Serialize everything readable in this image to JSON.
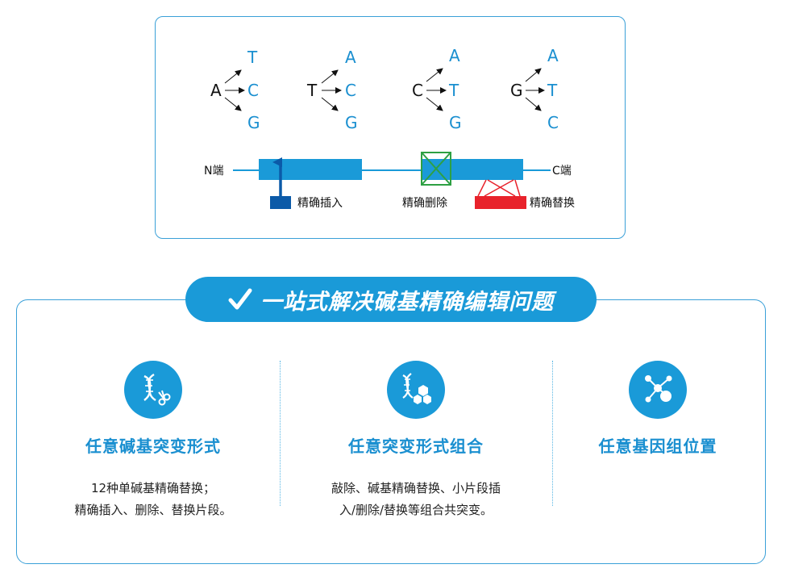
{
  "mutations": [
    {
      "source": "A",
      "targets": [
        "T",
        "C",
        "G"
      ]
    },
    {
      "source": "T",
      "targets": [
        "A",
        "C",
        "G"
      ]
    },
    {
      "source": "C",
      "targets": [
        "A",
        "T",
        "G"
      ]
    },
    {
      "source": "G",
      "targets": [
        "A",
        "T",
        "C"
      ]
    }
  ],
  "protein": {
    "n_terminus": "N端",
    "c_terminus": "C端",
    "insertion_label": "精确插入",
    "deletion_label": "精确删除",
    "replacement_label": "精确替换"
  },
  "banner": {
    "title": "一站式解决碱基精确编辑问题"
  },
  "features": [
    {
      "title": "任意碱基突变形式",
      "desc_lines": [
        "12种单碱基精确替换；",
        "精确插入、删除、替换片段。"
      ],
      "icon": "dna-scissors-icon"
    },
    {
      "title": "任意突变形式组合",
      "desc_lines": [
        "敲除、碱基精确替换、小片段插",
        "入/删除/替换等组合共突变。"
      ],
      "icon": "dna-hexagon-icon"
    },
    {
      "title": "任意基因组位置",
      "desc_lines": [],
      "icon": "molecule-network-icon"
    }
  ],
  "colors": {
    "accent": "#1a9ad8",
    "base_target": "#1a8fd0",
    "insertion": "#0b5aa8",
    "deletion": "#2ea043",
    "replacement": "#e8222b"
  }
}
